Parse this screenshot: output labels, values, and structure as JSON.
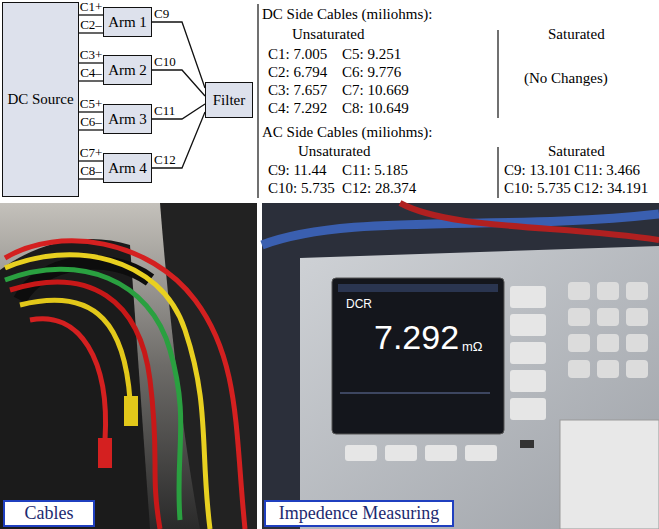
{
  "diagram": {
    "nodes": [
      {
        "text": [
          "DC Source"
        ]
      },
      {
        "text": [
          "Arm 1"
        ]
      },
      {
        "text": [
          "Arm 2"
        ]
      },
      {
        "text": [
          "Arm 3"
        ]
      },
      {
        "text": [
          "Arm 4"
        ]
      },
      {
        "text": [
          "Filter"
        ]
      },
      {
        "text": [
          "Cables"
        ]
      },
      {
        "text": [
          "Impedence Measuring"
        ]
      }
    ],
    "edges": [
      {
        "from": 0,
        "to": 1,
        "label": "C1+",
        "arrow": "none"
      },
      {
        "from": 0,
        "to": 1,
        "label": "C2–",
        "arrow": "none"
      },
      {
        "from": 0,
        "to": 2,
        "label": "C3+",
        "arrow": "none"
      },
      {
        "from": 0,
        "to": 2,
        "label": "C4–",
        "arrow": "none"
      },
      {
        "from": 0,
        "to": 3,
        "label": "C5+",
        "arrow": "none"
      },
      {
        "from": 0,
        "to": 3,
        "label": "C6–",
        "arrow": "none"
      },
      {
        "from": 0,
        "to": 4,
        "label": "C7+",
        "arrow": "none"
      },
      {
        "from": 0,
        "to": 4,
        "label": "C8–",
        "arrow": "none"
      },
      {
        "from": 1,
        "to": 5,
        "label": "C9",
        "arrow": "none"
      },
      {
        "from": 2,
        "to": 5,
        "label": "C10",
        "arrow": "none"
      },
      {
        "from": 3,
        "to": 5,
        "label": "C11",
        "arrow": "none"
      },
      {
        "from": 4,
        "to": 5,
        "label": "C12",
        "arrow": "none"
      }
    ],
    "labels": [
      "DC Side Cables (miliohms):",
      "Unsaturated",
      "Saturated",
      "C1: 7.005",
      "C5: 9.251",
      "C2: 6.794",
      "C6: 9.776",
      "C3: 7.657",
      "C7: 10.669",
      "C4: 7.292",
      "C8: 10.649",
      "(No Changes)",
      "AC Side Cables (miliohms):",
      "Unsaturated",
      "Saturated",
      "C9: 11.44",
      "C11: 5.185",
      "C10: 5.735",
      "C12: 28.374",
      "C9: 13.101",
      "C11: 3.466",
      "C10: 5.735",
      "C12: 34.191",
      "DCR",
      "7.292",
      "mΩ"
    ]
  }
}
